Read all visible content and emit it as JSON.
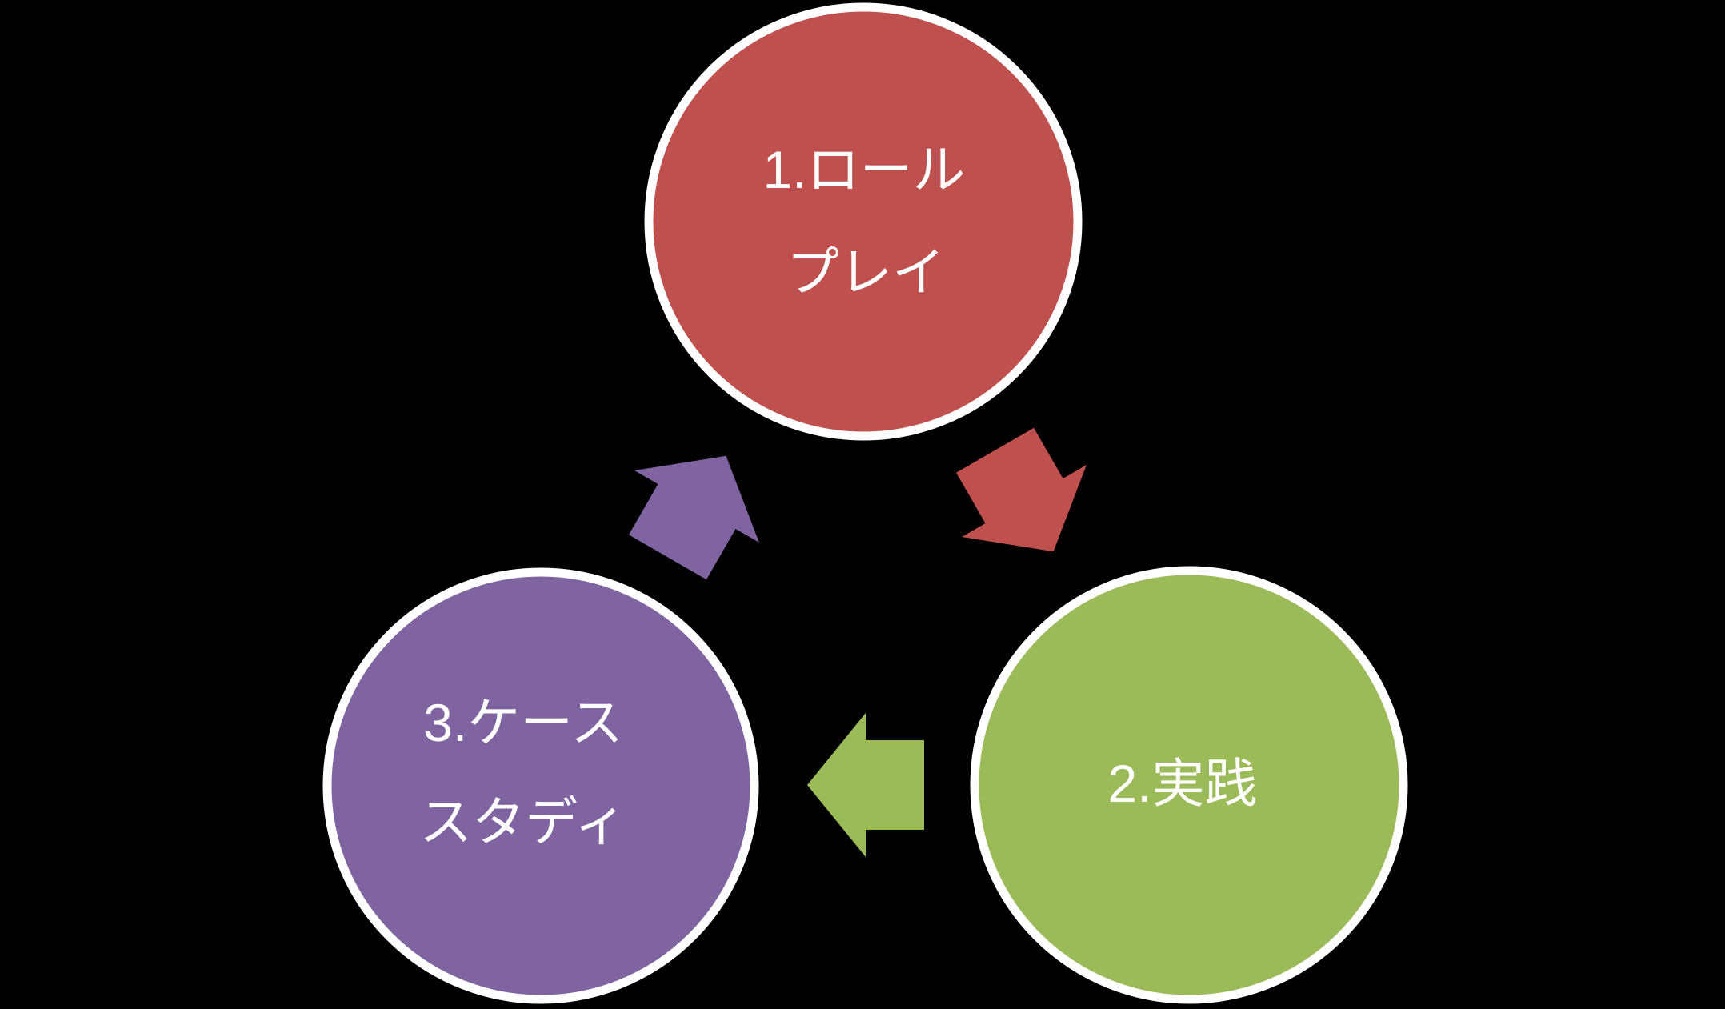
{
  "diagram": {
    "type": "cycle",
    "background_color": "#000000",
    "ring_color": "#FFFFFF",
    "text_color": "#FFFFFF",
    "nodes": [
      {
        "id": "role-play",
        "lines": [
          "1.ロール",
          "プレイ"
        ],
        "fill": "#C0504D"
      },
      {
        "id": "practice",
        "lines": [
          "2.実践"
        ],
        "fill": "#9BBB59"
      },
      {
        "id": "case-study",
        "lines": [
          "3.ケース",
          "スタディ"
        ],
        "fill": "#8064A2"
      }
    ],
    "arrows": [
      {
        "id": "role-play-to-practice",
        "from": "1.ロールプレイ",
        "to": "2.実践",
        "fill": "#C0504D"
      },
      {
        "id": "practice-to-case-study",
        "from": "2.実践",
        "to": "3.ケーススタディ",
        "fill": "#9BBB59"
      },
      {
        "id": "case-study-to-role-play",
        "from": "3.ケーススタディ",
        "to": "1.ロールプレイ",
        "fill": "#8064A2"
      }
    ]
  }
}
